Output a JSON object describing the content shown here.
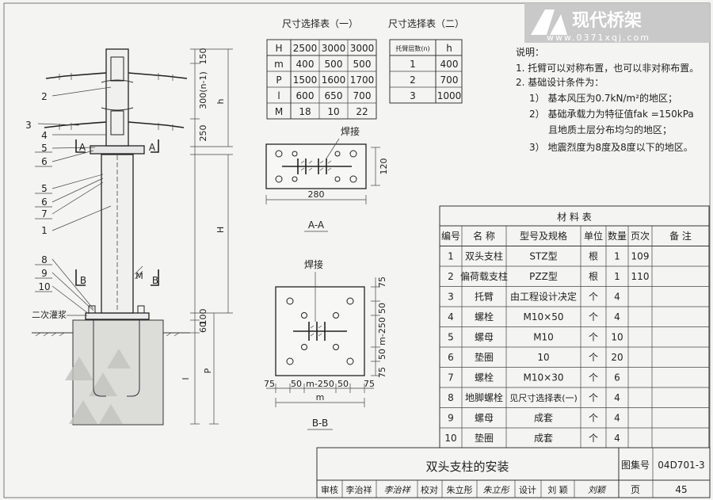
{
  "logo": {
    "brand": "现代桥架",
    "url": "www.0371xqj.com",
    "colors": {
      "text": "#ffffff",
      "badge": "#b8b8b8"
    }
  },
  "table1": {
    "title": "尺寸选择表（一）",
    "headers": [
      "H",
      "2500",
      "3000",
      "3000"
    ],
    "rows": [
      [
        "m",
        "400",
        "500",
        "500"
      ],
      [
        "P",
        "1500",
        "1600",
        "1700"
      ],
      [
        "l",
        "600",
        "650",
        "700"
      ],
      [
        "M",
        "18",
        "10",
        "22"
      ]
    ]
  },
  "table2": {
    "title": "尺寸选择表（二）",
    "headers": [
      "托臂层数(n)",
      "h"
    ],
    "rows": [
      [
        "1",
        "400"
      ],
      [
        "2",
        "700"
      ],
      [
        "3",
        "1000"
      ]
    ]
  },
  "notes": {
    "title": "说明：",
    "lines": [
      "1. 托臂可以对称布置，也可以非对称布置。",
      "2. 基础设计条件为：",
      "1） 基本风压为0.7kN/m²的地区；",
      "2） 基础承载力为特征值fak =150kPa",
      "且地质土层分布均匀的地区；",
      "3） 地震烈度为8度及8度以下的地区。"
    ]
  },
  "materials": {
    "title": "材 料 表",
    "headers": [
      "编号",
      "名 称",
      "型号及规格",
      "单位",
      "数量",
      "页次",
      "备 注"
    ],
    "rows": [
      [
        "1",
        "双头支柱",
        "STZ型",
        "根",
        "1",
        "109",
        ""
      ],
      [
        "2",
        "偏荷载支柱",
        "PZZ型",
        "根",
        "1",
        "110",
        ""
      ],
      [
        "3",
        "托臂",
        "由工程设计决定",
        "个",
        "4",
        "",
        ""
      ],
      [
        "4",
        "螺栓",
        "M10×50",
        "个",
        "4",
        "",
        ""
      ],
      [
        "5",
        "螺母",
        "M10",
        "个",
        "10",
        "",
        ""
      ],
      [
        "6",
        "垫圈",
        "10",
        "个",
        "20",
        "",
        ""
      ],
      [
        "7",
        "螺栓",
        "M10×30",
        "个",
        "6",
        "",
        ""
      ],
      [
        "8",
        "地脚螺栓",
        "见尺寸选择表(一)",
        "个",
        "4",
        "",
        ""
      ],
      [
        "9",
        "螺母",
        "成套",
        "个",
        "4",
        "",
        ""
      ],
      [
        "10",
        "垫圈",
        "成套",
        "个",
        "4",
        "",
        ""
      ]
    ]
  },
  "title_block": {
    "title": "双头支柱的安装",
    "atlas_label": "图集号",
    "atlas_no": "04D701-3",
    "page_label": "页",
    "page_no": "45",
    "review_label": "审核",
    "reviewer": "李治祥",
    "reviewer_sig": "李治祥",
    "check_label": "校对",
    "checker": "朱立彤",
    "checker_sig": "朱立彤",
    "design_label": "设计",
    "designer": "刘 颖",
    "designer_sig": "刘颖"
  },
  "drawing": {
    "callouts": [
      "2",
      "3",
      "4",
      "5",
      "6",
      "5",
      "6",
      "7",
      "1",
      "8",
      "9",
      "10"
    ],
    "section_a": "A",
    "section_b": "B",
    "grout": "二次灌浆",
    "dim_vertical": [
      "150",
      "300(n-1)",
      "250",
      "h",
      "H",
      "100",
      "60",
      "l",
      "P"
    ],
    "m_label": "M",
    "aa": {
      "weld": "焊接",
      "dim_w": "280",
      "dim_h": "120",
      "caption": "A-A"
    },
    "bb": {
      "weld": "焊接",
      "dim_bottom": [
        "75",
        "50",
        "m-250",
        "50",
        "75"
      ],
      "dim_m": "m",
      "dim_right": [
        "75",
        "50",
        "m-250",
        "50",
        "75"
      ],
      "caption": "B-B"
    }
  }
}
